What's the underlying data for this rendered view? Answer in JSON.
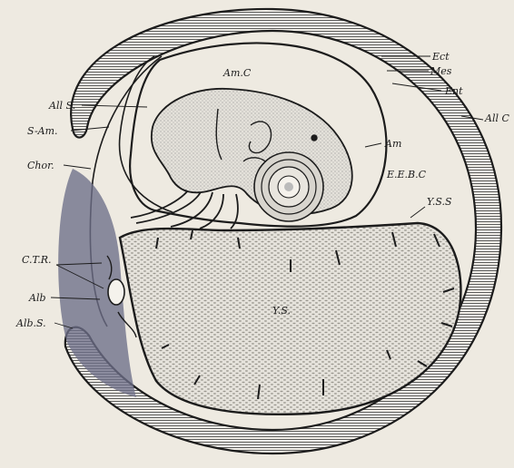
{
  "labels": {
    "ect": "Ect",
    "mes": "Mes",
    "ent": "Ent",
    "allc": "All C",
    "amc": "Am.C",
    "am": "Am",
    "eebc": "E.E.B.C",
    "ys": "Y.S.",
    "yss": "Y.S.S",
    "alls": "All S.",
    "sam": "S-Am.",
    "chor": "Chor.",
    "ctr": "C.T.R.",
    "alb": "Alb",
    "albs": "Alb.S."
  },
  "colors": {
    "background": "#eeeae1",
    "ink": "#1c1c1c",
    "allantoic_shading": "#6d6e88",
    "yolk": "#d9d6cf"
  }
}
